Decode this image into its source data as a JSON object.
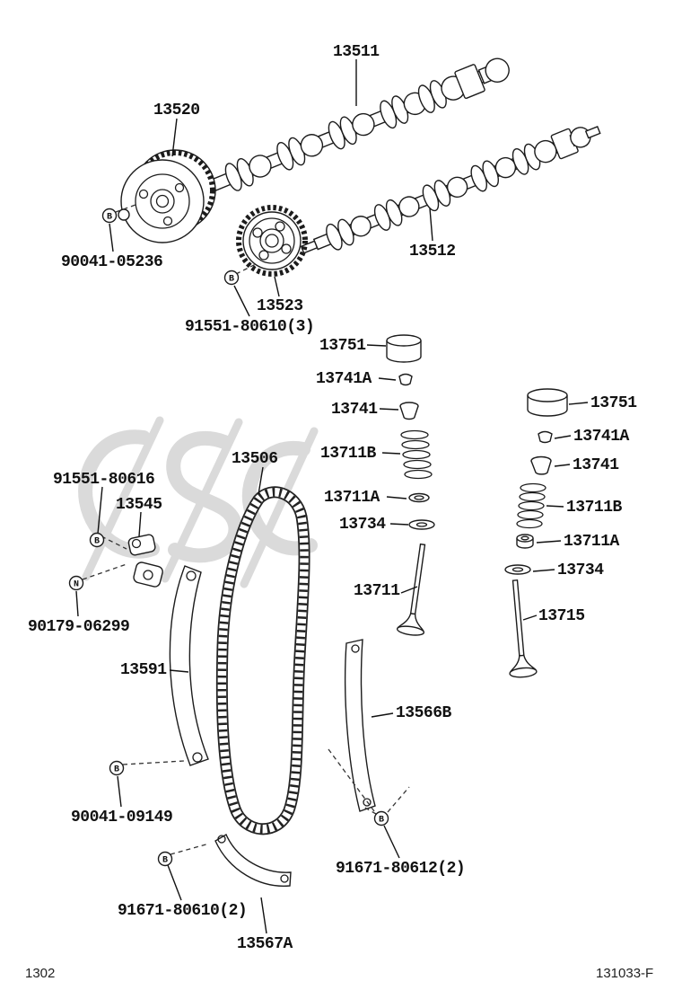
{
  "diagram": {
    "figure_code": "131033-F",
    "page_code": "1302"
  },
  "labels": [
    {
      "text": "13511"
    },
    {
      "text": "13520"
    },
    {
      "text": "90041-05236"
    },
    {
      "text": "13523"
    },
    {
      "text": "91551-80610(3)"
    },
    {
      "text": "13512"
    },
    {
      "text": "13751"
    },
    {
      "text": "13741A"
    },
    {
      "text": "13741"
    },
    {
      "text": "13711B"
    },
    {
      "text": "13711A"
    },
    {
      "text": "13734"
    },
    {
      "text": "13506"
    },
    {
      "text": "91551-80616"
    },
    {
      "text": "13545"
    },
    {
      "text": "90179-06299"
    },
    {
      "text": "13591"
    },
    {
      "text": "13711"
    },
    {
      "text": "13715"
    },
    {
      "text": "13566B"
    },
    {
      "text": "90041-09149"
    },
    {
      "text": "91671-80612(2)"
    },
    {
      "text": "91671-80610(2)"
    },
    {
      "text": "13567A"
    },
    {
      "text": "13751"
    },
    {
      "text": "13741A"
    },
    {
      "text": "13741"
    },
    {
      "text": "13711B"
    },
    {
      "text": "13711A"
    },
    {
      "text": "13734"
    }
  ],
  "fasteners": [
    {
      "letter": "B"
    },
    {
      "letter": "B"
    },
    {
      "letter": "B"
    },
    {
      "letter": "N"
    },
    {
      "letter": "B"
    },
    {
      "letter": "B"
    },
    {
      "letter": "B"
    }
  ],
  "colors": {
    "line": "#1c1c1c",
    "label": "#111111",
    "watermark": "#d2d2d2",
    "background": "#ffffff"
  }
}
